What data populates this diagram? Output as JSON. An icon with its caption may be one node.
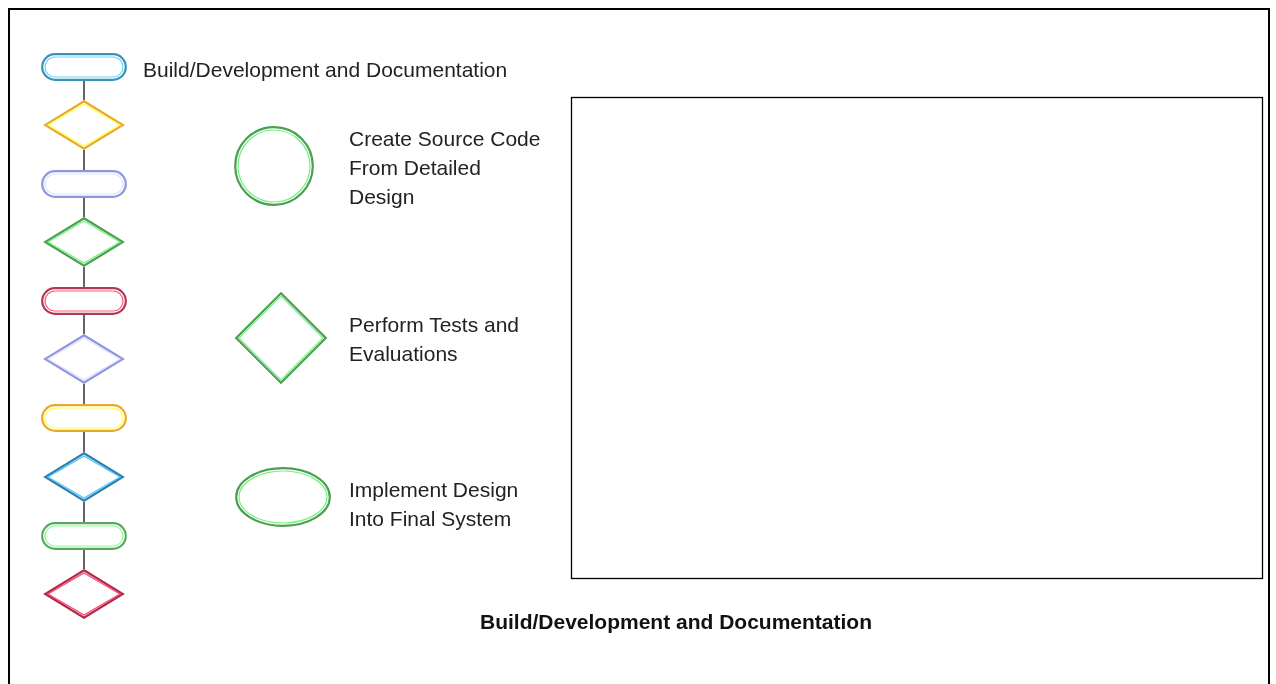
{
  "diagram": {
    "caption": "Build/Development and Documentation",
    "nodes": [
      {
        "text": [],
        "shape": "pill",
        "beside": [
          "Build/Development and Documentation"
        ]
      },
      {
        "text": [],
        "shape": "diamond"
      },
      {
        "text": [],
        "shape": "pill"
      },
      {
        "text": [],
        "shape": "diamond"
      },
      {
        "text": [],
        "shape": "pill"
      },
      {
        "text": [],
        "shape": "diamond"
      },
      {
        "text": [],
        "shape": "pill"
      },
      {
        "text": [],
        "shape": "diamond"
      },
      {
        "text": [],
        "shape": "pill"
      },
      {
        "text": [],
        "shape": "diamond"
      },
      {
        "text": [],
        "shape": "circle",
        "beside": [
          "Create Source Code From Detailed Design"
        ]
      },
      {
        "text": [],
        "shape": "diamond",
        "beside": [
          "Perform Tests and Evaluations"
        ]
      },
      {
        "text": [],
        "shape": "ellipse",
        "beside": [
          "Implement Design Into Final System"
        ]
      },
      {
        "text": [],
        "shape": "box"
      }
    ],
    "edges": [
      {
        "from": 0,
        "to": 1,
        "arrow": "none"
      },
      {
        "from": 1,
        "to": 2,
        "arrow": "none"
      },
      {
        "from": 2,
        "to": 3,
        "arrow": "none"
      },
      {
        "from": 3,
        "to": 4,
        "arrow": "none"
      },
      {
        "from": 4,
        "to": 5,
        "arrow": "none"
      },
      {
        "from": 5,
        "to": 6,
        "arrow": "none"
      },
      {
        "from": 6,
        "to": 7,
        "arrow": "none"
      },
      {
        "from": 7,
        "to": 8,
        "arrow": "none"
      },
      {
        "from": 8,
        "to": 9,
        "arrow": "none"
      }
    ]
  }
}
